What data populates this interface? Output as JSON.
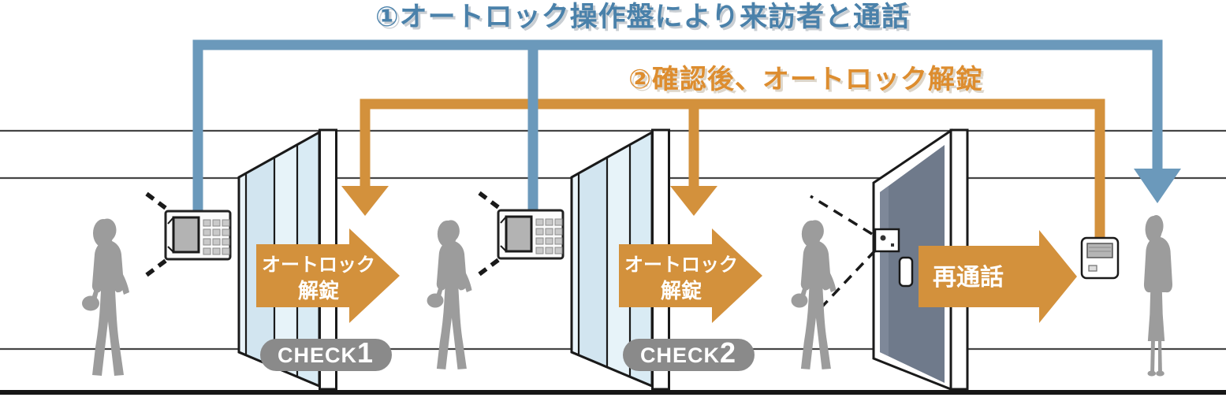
{
  "titles": {
    "step1": "①オートロック操作盤により来訪者と通話",
    "step2": "②確認後、オートロック解錠"
  },
  "arrows": {
    "autolock1": {
      "line1": "オートロック",
      "line2": "解錠"
    },
    "autolock2": {
      "line1": "オートロック",
      "line2": "解錠"
    },
    "recall": {
      "label": "再通話"
    }
  },
  "badges": {
    "check1": {
      "label": "CHECK",
      "number": "1"
    },
    "check2": {
      "label": "CHECK",
      "number": "2"
    }
  },
  "colors": {
    "call_line_blue": "#6b99bb",
    "title_blue": "#4a81aa",
    "unlock_orange": "#d3913c",
    "title_orange": "#dd8d2f",
    "badge_gray": "#8a8a8a",
    "silhouette_gray": "#9c9c9c",
    "door_slate": "#6f7a8b",
    "glass_blue": "#dfeef6"
  },
  "icons": {
    "entrance_intercom": "autolock-keypad-panel-icon",
    "door_camera": "door-camera-intercom-icon",
    "room_monitor": "room-intercom-monitor-icon"
  }
}
